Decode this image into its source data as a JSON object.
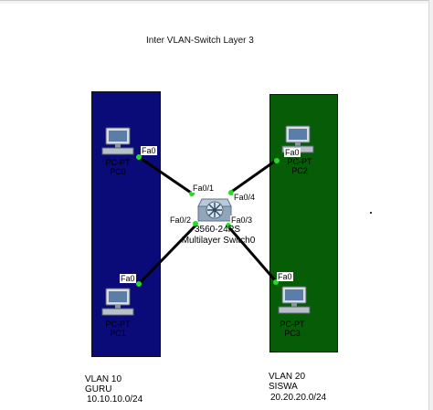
{
  "title": "Inter VLAN-Switch Layer 3",
  "switch": {
    "model": "3560-24PS",
    "name": "Multilayer Switch0",
    "ports": {
      "fa0_1": "Fa0/1",
      "fa0_4": "Fa0/4",
      "fa0_2": "Fa0/2",
      "fa0_3": "Fa0/3"
    }
  },
  "pcs": [
    {
      "type": "PC-PT",
      "name": "PC0",
      "port": "Fa0"
    },
    {
      "type": "PC-PT",
      "name": "PC1",
      "port": "Fa0"
    },
    {
      "type": "PC-PT",
      "name": "PC2",
      "port": "Fa0"
    },
    {
      "type": "PC-PT",
      "name": "PC3",
      "port": "Fa0"
    }
  ],
  "vlans": [
    {
      "id": "VLAN 10",
      "name": "GURU",
      "network": "10.10.10.0/24",
      "color": "#0a0a78"
    },
    {
      "id": "VLAN 20",
      "name": "SISWA",
      "network": "20.20.20.0/24",
      "color": "#075c07"
    }
  ],
  "link_color": "#000000",
  "link_status_color": "#22dd22"
}
